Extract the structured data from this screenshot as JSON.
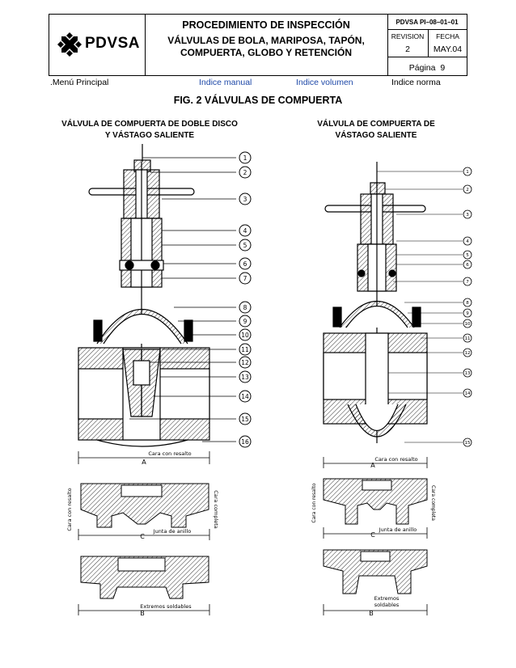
{
  "header": {
    "brand": "PDVSA",
    "title": "PROCEDIMIENTO DE INSPECCIÓN",
    "subtitle_lines": [
      "VÁLVULAS DE BOLA, MARIPOSA, TAPÓN,",
      "COMPUERTA, GLOBO Y RETENCIÓN"
    ],
    "doc_code": "PDVSA PI–08–01–01",
    "revision_label": "REVISION",
    "revision_value": "2",
    "date_label": "FECHA",
    "date_value": "MAY.04",
    "page_label": "Página",
    "page_value": "9"
  },
  "nav": {
    "menu": ".Menú Principal",
    "manual": "Indice manual",
    "volumen": "Indice volumen",
    "norma": "Indice norma"
  },
  "figure": {
    "title": "FIG. 2 VÁLVULAS DE COMPUERTA",
    "left_title": [
      "VÁLVULA DE COMPUERTA DE DOBLE DISCO",
      "Y VÁSTAGO SALIENTE"
    ],
    "right_title": [
      "VÁLVULA DE COMPUERTA DE",
      "VÁSTAGO SALIENTE"
    ],
    "callouts": [
      "1",
      "2",
      "3",
      "4",
      "5",
      "6",
      "7",
      "8",
      "9",
      "10",
      "11",
      "12",
      "13",
      "14",
      "15",
      "16"
    ],
    "left_labels": {
      "cara_con_resalto_h": "Cara con resalto",
      "A": "A",
      "cara_con_resalto_v": "Cara con resalto",
      "cara_completa": "Cara completa",
      "junta_de_anillo": "Junta de anillo",
      "C": "C",
      "extremos_soldables": "Extremos soldables",
      "B": "B"
    },
    "right_labels": {
      "cara_con_resalto_h": "Cara con resalto",
      "A": "A",
      "cara_con_resalto_v": "Cara con resalto",
      "cara_completa": "Cara completa",
      "junta_de_anillo": "Junta de anillo",
      "C": "C",
      "extremos_line1": "Extremos",
      "extremos_line2": "soldables",
      "B": "B"
    }
  }
}
